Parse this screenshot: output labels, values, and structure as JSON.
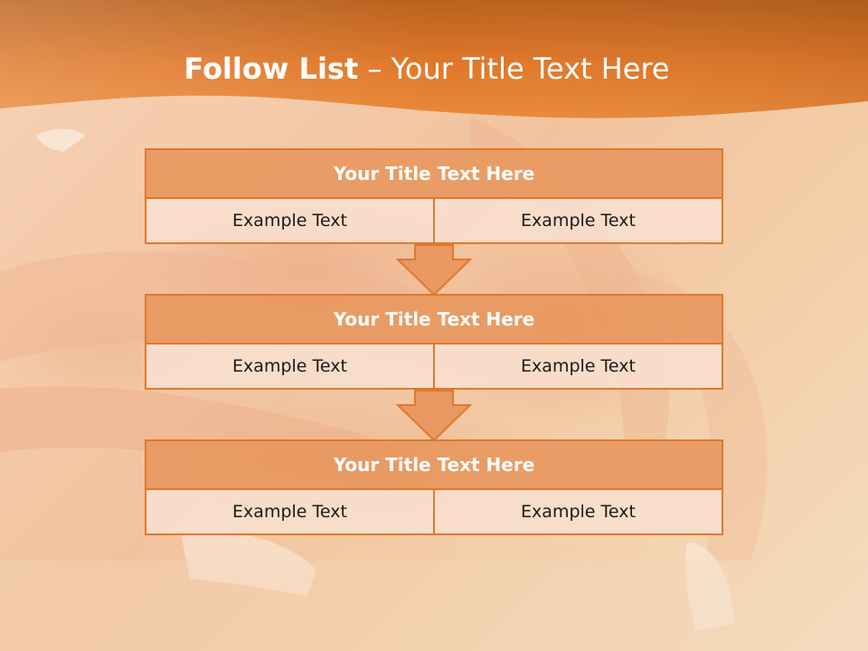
{
  "slide": {
    "title_strong": "Follow List",
    "title_rest": "  – Your Title Text Here",
    "colors": {
      "header_orange": "#e17a2b",
      "box_border": "#e1782d",
      "box_title_fill": "#e89860",
      "box_cell_fill": "#f8decd"
    }
  },
  "blocks": [
    {
      "title": "Your Title Text Here",
      "left_text": "Example Text",
      "right_text": "Example Text"
    },
    {
      "title": "Your Title Text Here",
      "left_text": "Example Text",
      "right_text": "Example Text"
    },
    {
      "title": "Your Title Text Here",
      "left_text": "Example Text",
      "right_text": "Example Text"
    }
  ]
}
